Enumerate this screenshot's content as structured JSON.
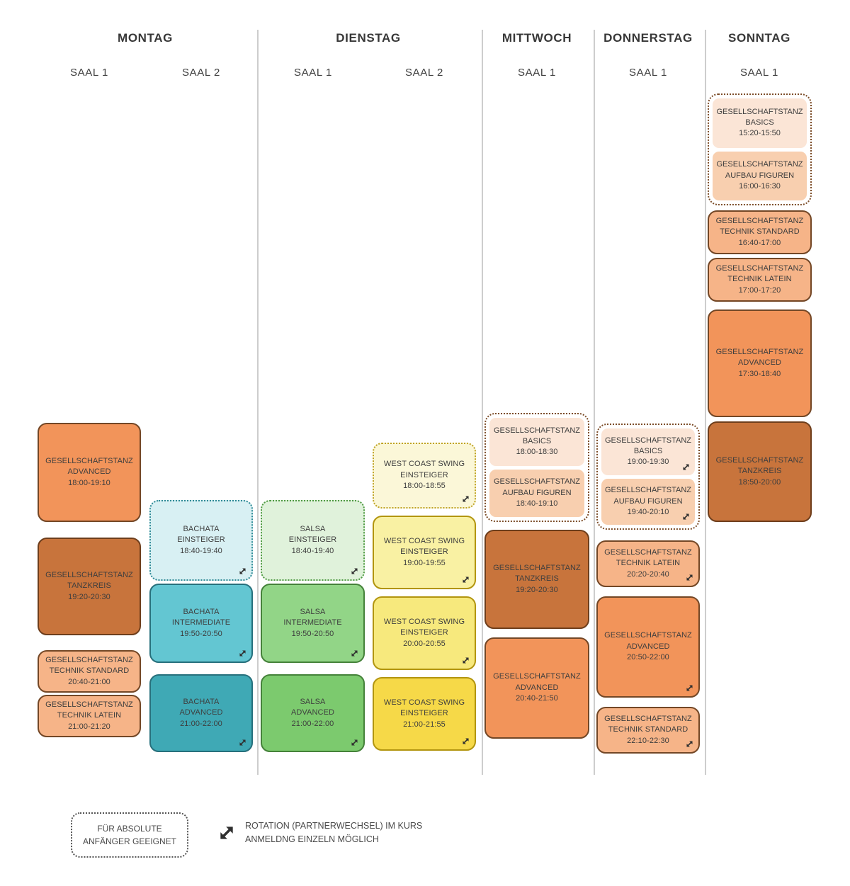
{
  "days": [
    "MONTAG",
    "DIENSTAG",
    "MITTWOCH",
    "DONNERSTAG",
    "SONNTAG"
  ],
  "saal_labels": [
    "SAAL 1",
    "SAAL 2",
    "SAAL 1",
    "SAAL 2",
    "SAAL 1",
    "SAAL 1",
    "SAAL 1"
  ],
  "courses": {
    "mo_s1": [
      {
        "title": "GESELLSCHAFTSTANZ\nADVANCED",
        "time": "18:00-19:10",
        "rotation": false,
        "beginner": false
      },
      {
        "title": "GESELLSCHAFTSTANZ\nTANZKREIS",
        "time": "19:20-20:30",
        "rotation": false,
        "beginner": false
      },
      {
        "title": "GESELLSCHAFTSTANZ\nTECHNIK STANDARD",
        "time": "20:40-21:00",
        "rotation": false,
        "beginner": false
      },
      {
        "title": "GESELLSCHAFTSTANZ\nTECHNIK LATEIN",
        "time": "21:00-21:20",
        "rotation": false,
        "beginner": false
      }
    ],
    "mo_s2": [
      {
        "title": "BACHATA\nEINSTEIGER",
        "time": "18:40-19:40",
        "rotation": true,
        "beginner": true
      },
      {
        "title": "BACHATA\nINTERMEDIATE",
        "time": "19:50-20:50",
        "rotation": true,
        "beginner": false
      },
      {
        "title": "BACHATA\nADVANCED",
        "time": "21:00-22:00",
        "rotation": true,
        "beginner": false
      }
    ],
    "di_s1": [
      {
        "title": "SALSA\nEINSTEIGER",
        "time": "18:40-19:40",
        "rotation": true,
        "beginner": true
      },
      {
        "title": "SALSA\nINTERMEDIATE",
        "time": "19:50-20:50",
        "rotation": true,
        "beginner": false
      },
      {
        "title": "SALSA\nADVANCED",
        "time": "21:00-22:00",
        "rotation": true,
        "beginner": false
      }
    ],
    "di_s2": [
      {
        "title": "WEST COAST SWING\nEINSTEIGER",
        "time": "18:00-18:55",
        "rotation": true,
        "beginner": true
      },
      {
        "title": "WEST COAST SWING\nEINSTEIGER",
        "time": "19:00-19:55",
        "rotation": true,
        "beginner": false
      },
      {
        "title": "WEST COAST SWING\nEINSTEIGER",
        "time": "20:00-20:55",
        "rotation": true,
        "beginner": false
      },
      {
        "title": "WEST COAST SWING\nEINSTEIGER",
        "time": "21:00-21:55",
        "rotation": true,
        "beginner": false
      }
    ],
    "mi_s1_combo": [
      {
        "title": "GESELLSCHAFTSTANZ\nBASICS",
        "time": "18:00-18:30",
        "rotation": false,
        "beginner": true
      },
      {
        "title": "GESELLSCHAFTSTANZ\nAUFBAU FIGUREN",
        "time": "18:40-19:10",
        "rotation": false,
        "beginner": true
      }
    ],
    "mi_s1": [
      {
        "title": "GESELLSCHAFTSTANZ\nTANZKREIS",
        "time": "19:20-20:30",
        "rotation": false,
        "beginner": false
      },
      {
        "title": "GESELLSCHAFTSTANZ\nADVANCED",
        "time": "20:40-21:50",
        "rotation": false,
        "beginner": false
      }
    ],
    "do_s1_combo": [
      {
        "title": "GESELLSCHAFTSTANZ\nBASICS",
        "time": "19:00-19:30",
        "rotation": true,
        "beginner": true
      },
      {
        "title": "GESELLSCHAFTSTANZ\nAUFBAU FIGUREN",
        "time": "19:40-20:10",
        "rotation": true,
        "beginner": true
      }
    ],
    "do_s1": [
      {
        "title": "GESELLSCHAFTSTANZ\nTECHNIK LATEIN",
        "time": "20:20-20:40",
        "rotation": true,
        "beginner": false
      },
      {
        "title": "GESELLSCHAFTSTANZ\nADVANCED",
        "time": "20:50-22:00",
        "rotation": true,
        "beginner": false
      },
      {
        "title": "GESELLSCHAFTSTANZ\nTECHNIK STANDARD",
        "time": "22:10-22:30",
        "rotation": true,
        "beginner": false
      }
    ],
    "so_s1_combo": [
      {
        "title": "GESELLSCHAFTSTANZ\nBASICS",
        "time": "15:20-15:50",
        "rotation": false,
        "beginner": true
      },
      {
        "title": "GESELLSCHAFTSTANZ\nAUFBAU FIGUREN",
        "time": "16:00-16:30",
        "rotation": false,
        "beginner": true
      }
    ],
    "so_s1": [
      {
        "title": "GESELLSCHAFTSTANZ\nTECHNIK STANDARD",
        "time": "16:40-17:00",
        "rotation": false,
        "beginner": false
      },
      {
        "title": "GESELLSCHAFTSTANZ\nTECHNIK LATEIN",
        "time": "17:00-17:20",
        "rotation": false,
        "beginner": false
      },
      {
        "title": "GESELLSCHAFTSTANZ\nADVANCED",
        "time": "17:30-18:40",
        "rotation": false,
        "beginner": false
      },
      {
        "title": "GESELLSCHAFTSTANZ\nTANZKREIS",
        "time": "18:50-20:00",
        "rotation": false,
        "beginner": false
      }
    ]
  },
  "legend": {
    "beginner": "FÜR ABSOLUTE\nANFÄNGER GEEIGNET",
    "rotation_l1": "ROTATION (PARTNERWECHSEL) IM KURS",
    "rotation_l2": "ANMELDNG EINZELN MÖGLICH"
  },
  "palette": {
    "advanced_orange": "#F2945A",
    "tanzkreis_brown_orange": "#C8743C",
    "technik_salmon": "#F6B488",
    "basics_light_peach": "#FBE5D6",
    "aufbau_peach": "#F8CFAF",
    "bachata_einsteiger": "#D8F0F3",
    "bachata_intermediate": "#63C6D2",
    "bachata_advanced": "#3FA9B5",
    "salsa_einsteiger": "#E0F2DB",
    "salsa_intermediate": "#92D587",
    "salsa_advanced": "#7CCA6E",
    "wcs_einsteiger_pale": "#FBF7D8",
    "wcs_yellow_1": "#F9F1A3",
    "wcs_yellow_2": "#F7E97D",
    "wcs_yellow_3": "#F6D948",
    "dotted_brown_border": "#7D4E2A",
    "separator_gray": "#CDCDCD"
  }
}
